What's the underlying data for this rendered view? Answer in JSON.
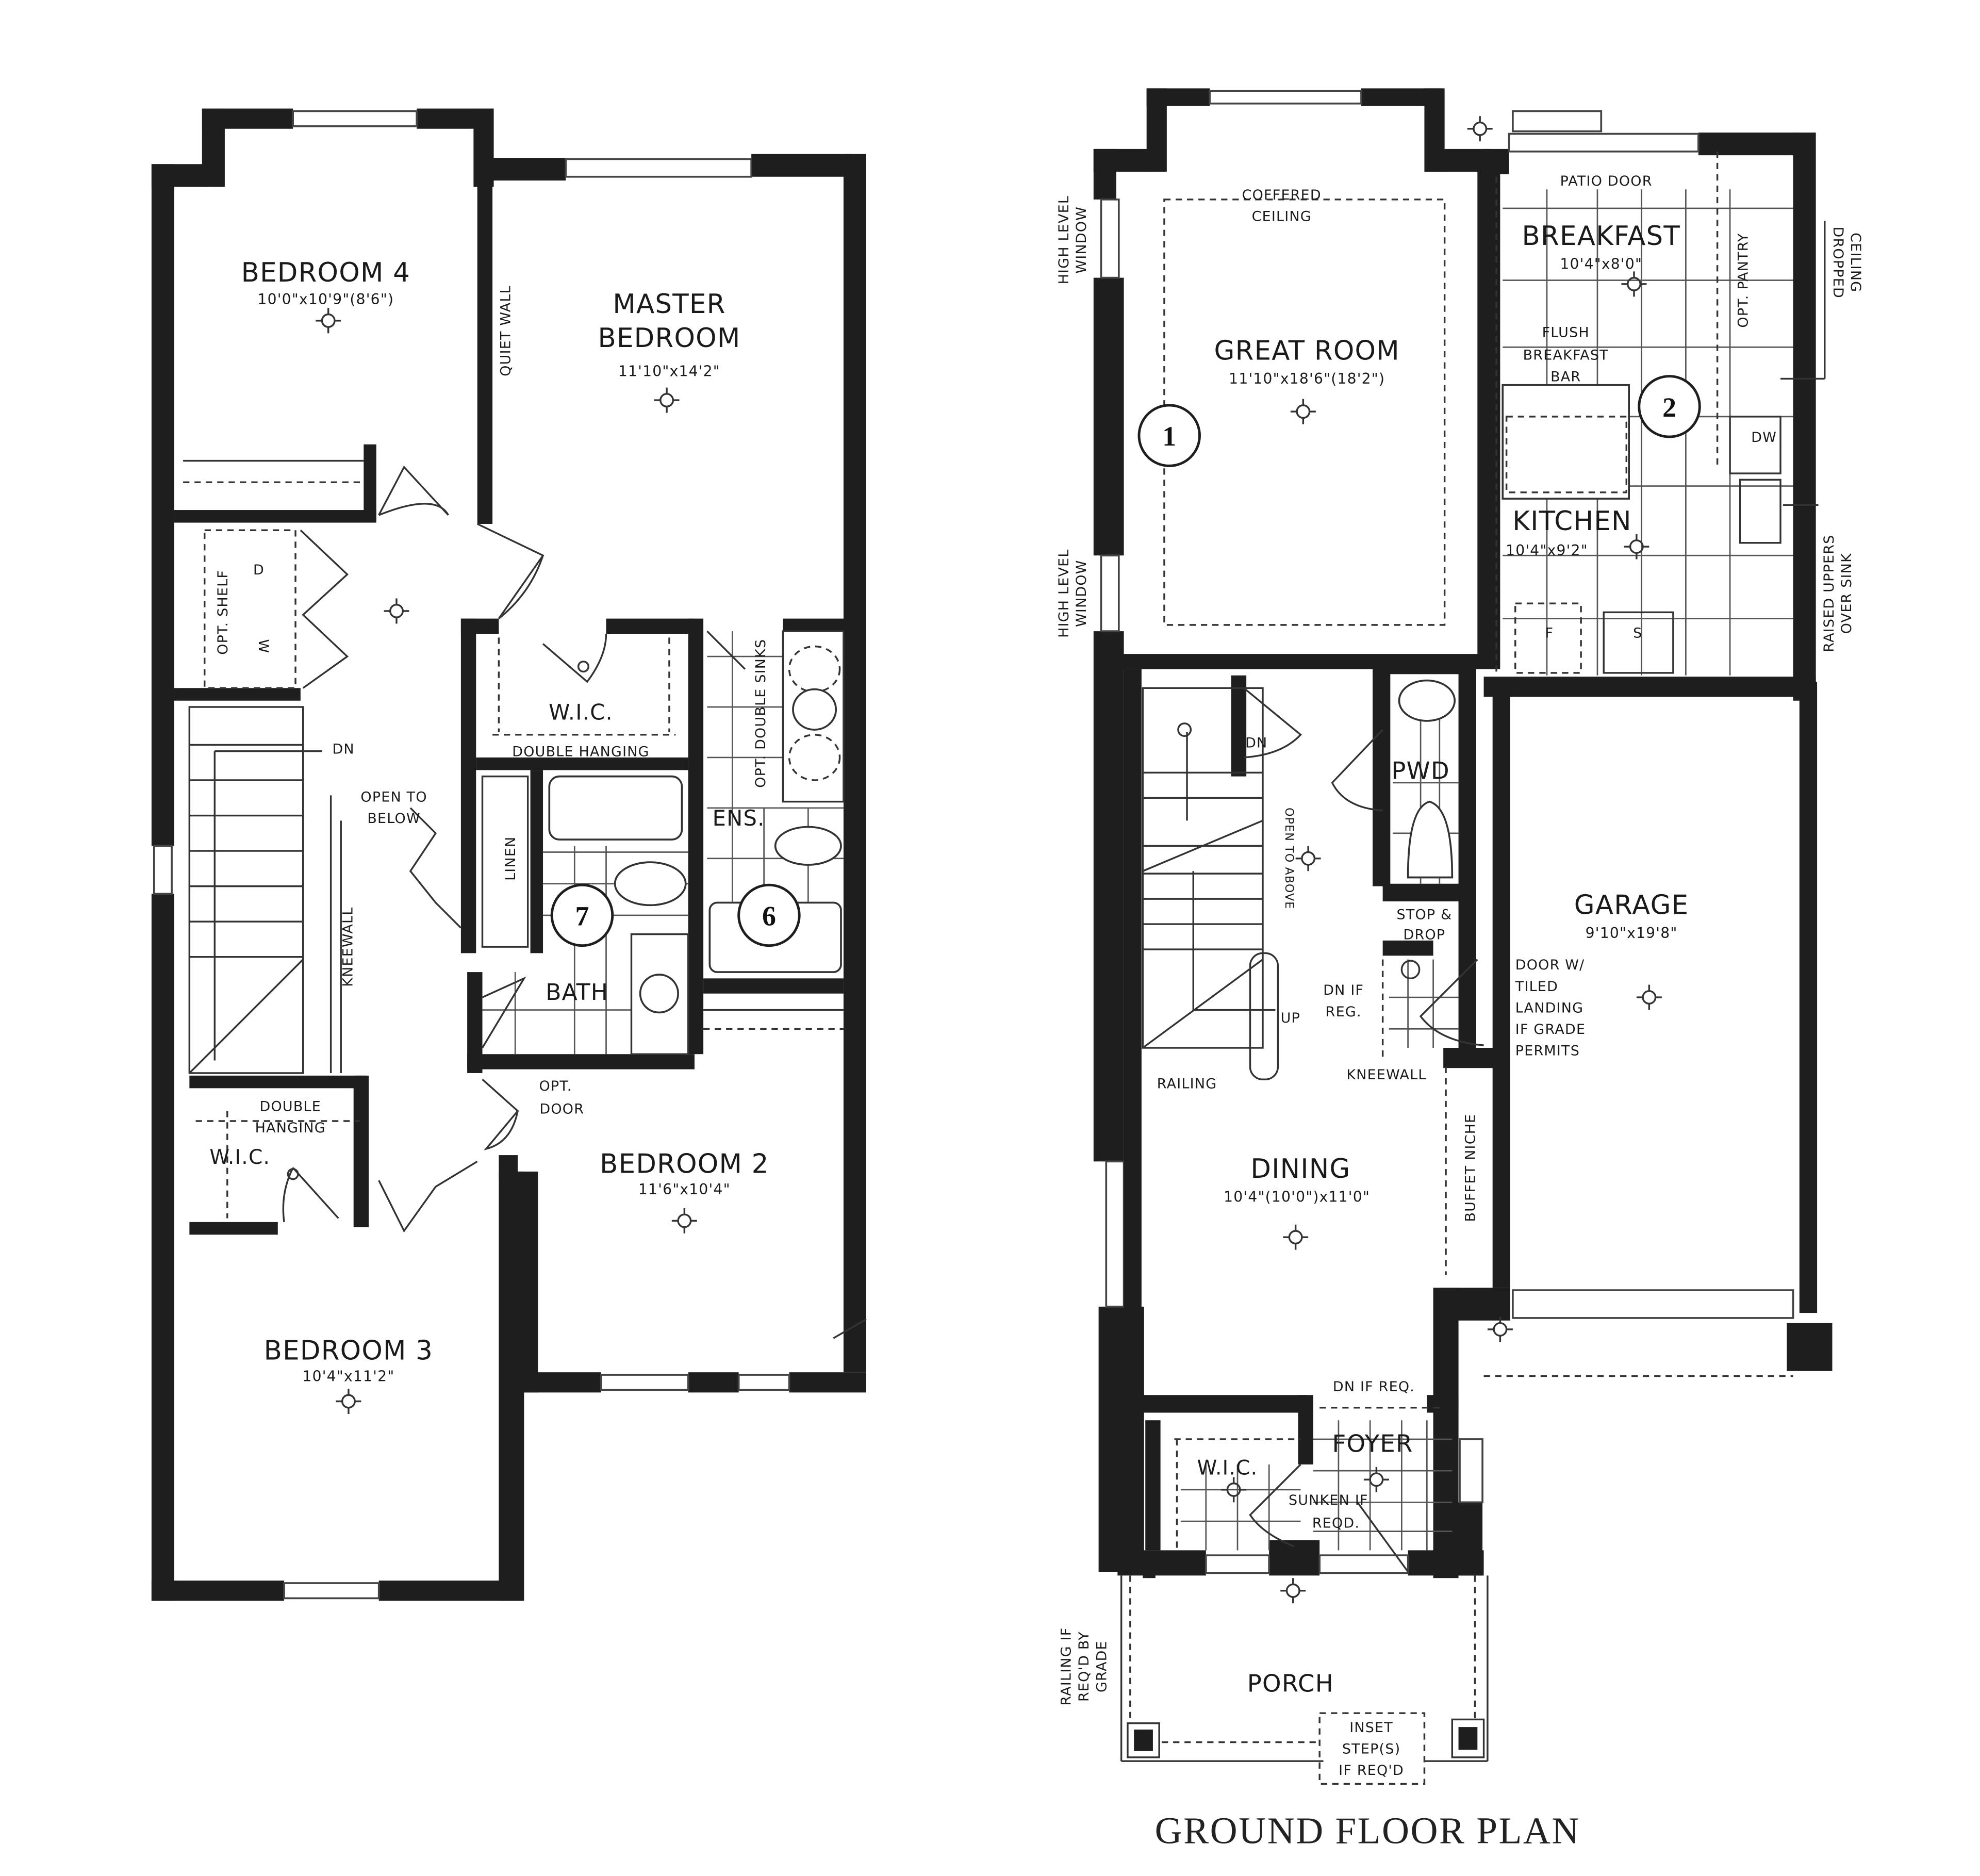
{
  "second_floor": {
    "rooms": [
      {
        "name": "BEDROOM 4",
        "dimensions": "10'0\"x10'9\"(8'6\")"
      },
      {
        "name_line1": "MASTER",
        "name_line2": "BEDROOM",
        "dimensions": "11'10\"x14'2\""
      },
      {
        "name": "BEDROOM 2",
        "dimensions": "11'6\"x10'4\""
      },
      {
        "name": "BEDROOM 3",
        "dimensions": "10'4\"x11'2\""
      },
      {
        "name": "W.I.C."
      },
      {
        "name": "ENS."
      },
      {
        "name": "BATH"
      },
      {
        "name": "LINEN"
      },
      {
        "name": "W.I.C."
      }
    ],
    "notes": {
      "quiet_wall": "QUIET WALL",
      "double_hanging": "DOUBLE HANGING",
      "opt_double_sinks": "OPT. DOUBLE SINKS",
      "open_to_below_1": "OPEN TO",
      "open_to_below_2": "BELOW",
      "dn": "DN",
      "kneewall": "KNEEWALL",
      "opt_shelf": "OPT. SHELF",
      "dryer": "D",
      "washer": "W",
      "opt_door_1": "OPT.",
      "opt_door_2": "DOOR",
      "double_hanging_1": "DOUBLE",
      "double_hanging_2": "HANGING"
    },
    "callouts": [
      "7",
      "6"
    ]
  },
  "ground_floor": {
    "title": "GROUND FLOOR PLAN",
    "rooms": [
      {
        "name": "GREAT ROOM",
        "dimensions": "11'10\"x18'6\"(18'2\")"
      },
      {
        "name": "BREAKFAST",
        "dimensions": "10'4\"x8'0\""
      },
      {
        "name": "KITCHEN",
        "dimensions": "10'4\"x9'2\""
      },
      {
        "name": "GARAGE",
        "dimensions": "9'10\"x19'8\""
      },
      {
        "name": "DINING",
        "dimensions": "10'4\"(10'0\")x11'0\""
      },
      {
        "name": "PWD"
      },
      {
        "name": "FOYER"
      },
      {
        "name": "W.I.C."
      },
      {
        "name": "PORCH"
      }
    ],
    "notes": {
      "coffered_1": "COFFERED",
      "coffered_2": "CEILING",
      "high_level_window_1": "HIGH LEVEL",
      "high_level_window_2": "WINDOW",
      "patio_door": "PATIO DOOR",
      "opt_pantry": "OPT. PANTRY",
      "dropped_1": "DROPPED",
      "dropped_2": "CEILING",
      "flush_1": "FLUSH",
      "flush_2": "BREAKFAST",
      "flush_3": "BAR",
      "dw": "DW",
      "fridge": "F",
      "stove": "S",
      "raised_1": "RAISED UPPERS",
      "raised_2": "OVER SINK",
      "dn": "DN",
      "up": "UP",
      "open_to_above": "OPEN TO ABOVE",
      "stop_1": "STOP &",
      "stop_2": "DROP",
      "dn_if_reg_1": "DN IF",
      "dn_if_reg_2": "REG.",
      "door_w_1": "DOOR W/",
      "door_w_2": "TILED",
      "door_w_3": "LANDING",
      "door_w_4": "IF GRADE",
      "door_w_5": "PERMITS",
      "railing": "RAILING",
      "kneewall": "KNEEWALL",
      "buffet_niche": "BUFFET NICHE",
      "dn_if_req_foyer": "DN IF REQ.",
      "sunken_1": "SUNKEN IF",
      "sunken_2": "REQD.",
      "railing_grade_1": "RAILING IF",
      "railing_grade_2": "REQ'D BY",
      "railing_grade_3": "GRADE",
      "inset_1": "INSET",
      "inset_2": "STEP(S)",
      "inset_3": "IF REQ'D"
    },
    "callouts": [
      "1",
      "2"
    ]
  }
}
